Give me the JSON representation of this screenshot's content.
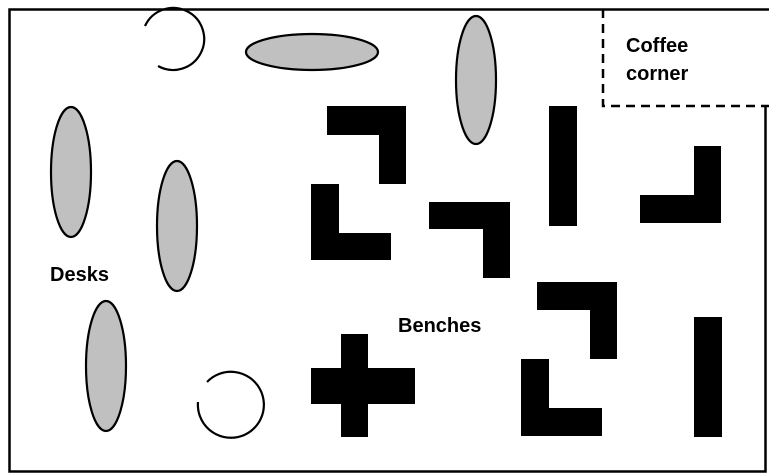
{
  "labels": {
    "coffee_line1": "Coffee",
    "coffee_line2": "corner",
    "desks": "Desks",
    "benches": "Benches"
  },
  "colors": {
    "background": "#ffffff",
    "outline": "#000000",
    "desk_fill": "#c0c0c0",
    "bench_fill": "#000000"
  },
  "shapes": {
    "desk": "gray-ellipse",
    "open_circle": "open-circle-arc",
    "bench": "black-block"
  }
}
